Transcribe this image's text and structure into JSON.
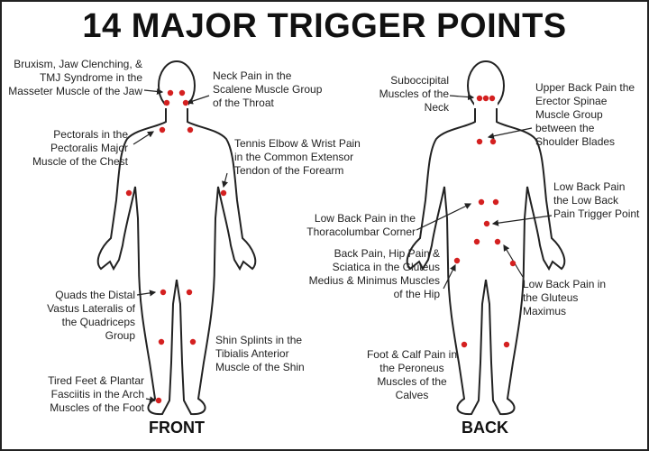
{
  "title": "14 MAJOR TRIGGER POINTS",
  "views": {
    "front": "FRONT",
    "back": "BACK"
  },
  "dot_color": "#d42020",
  "front_labels": [
    "Bruxism, Jaw Clenching, & TMJ Syndrome in the Masseter Muscle of the Jaw",
    "Neck Pain in the Scalene Muscle Group of the Throat",
    "Pectorals in the Pectoralis Major Muscle of the Chest",
    "Tennis Elbow & Wrist Pain in the Common Extensor Tendon of the Forearm",
    "Quads the Distal Vastus Lateralis of the Quadriceps Group",
    "Shin Splints in the Tibialis Anterior Muscle of the Shin",
    "Tired Feet & Plantar Fasciitis in the Arch Muscles of the Foot"
  ],
  "back_labels": [
    "Suboccipital Muscles of the Neck",
    "Upper Back Pain the Erector Spinae Muscle Group between the Shoulder Blades",
    "Low Back Pain the Low Back Pain Trigger Point",
    "Low Back Pain in the Thoracolumbar Corner",
    "Back Pain, Hip Pain & Sciatica in the Gluteus Medius & Minimus Muscles of the Hip",
    "Low Back Pain in the Gluteus Maximus",
    "Foot & Calf Pain in the Peroneus Muscles of the Calves"
  ]
}
